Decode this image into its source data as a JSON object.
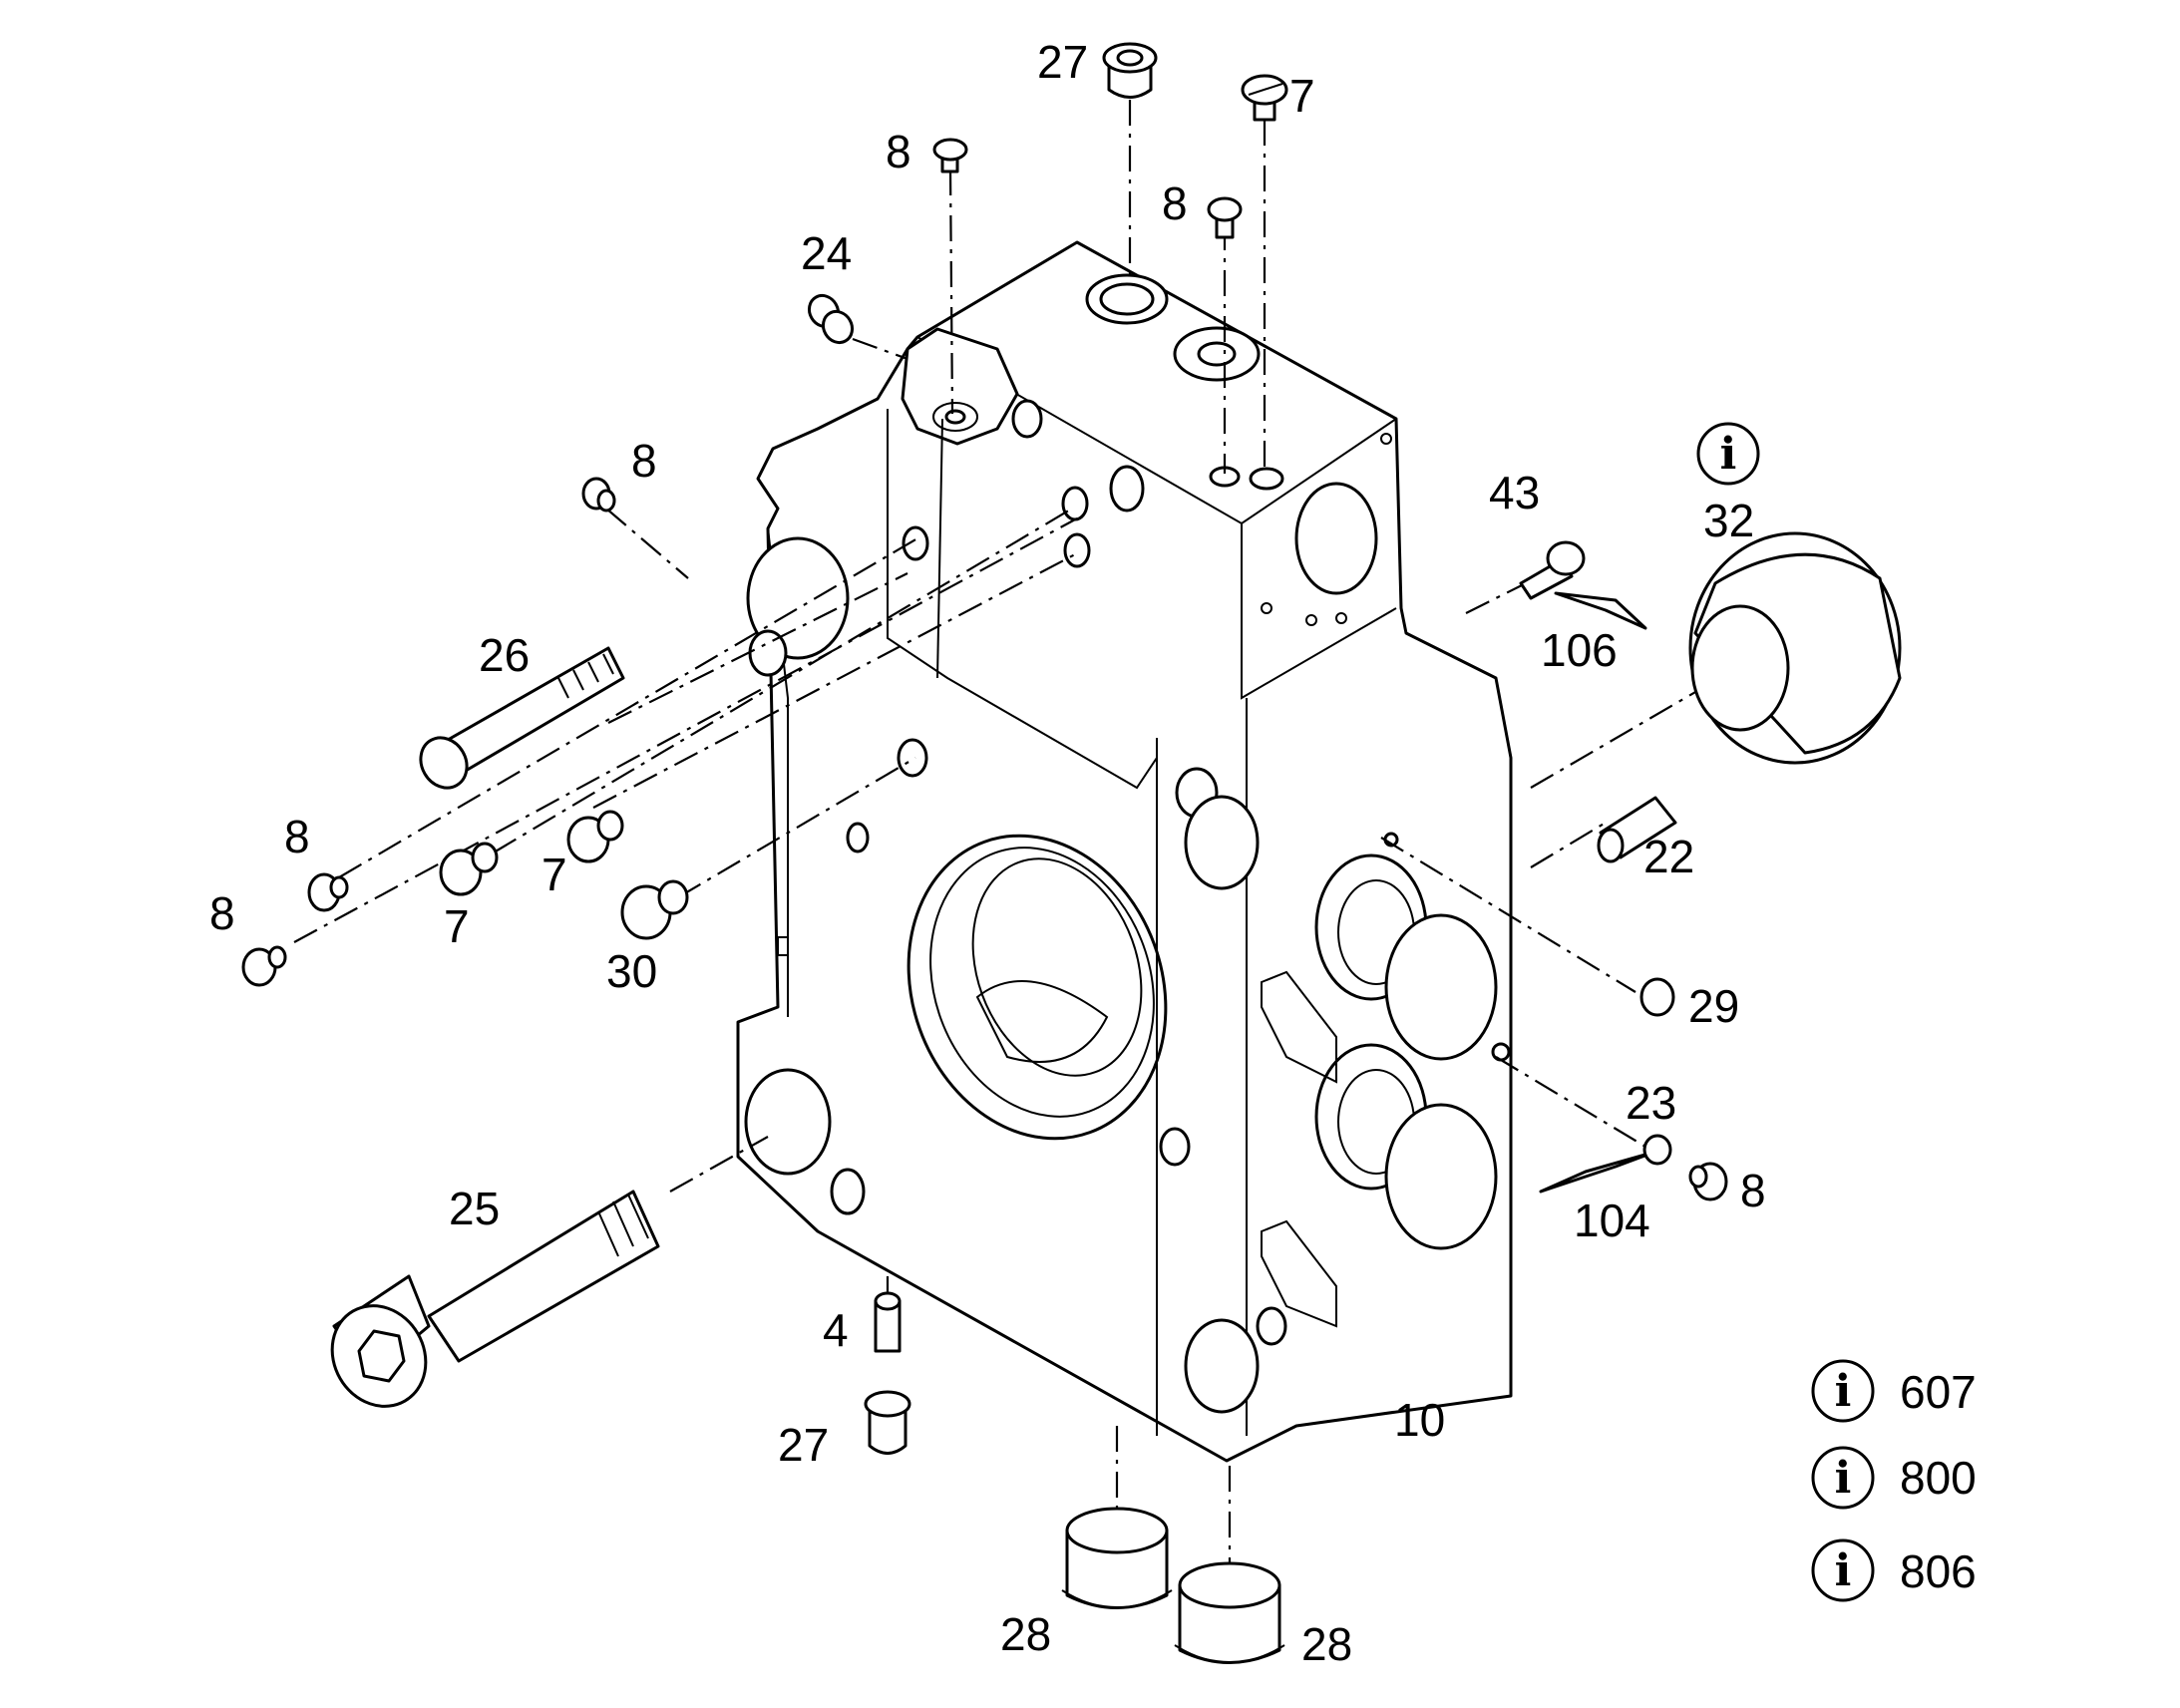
{
  "callouts": {
    "c27_top": "27",
    "c7_top": "7",
    "c8_a": "8",
    "c8_b": "8",
    "c24": "24",
    "c8_left": "8",
    "c43": "43",
    "c32": "32",
    "c106": "106",
    "c26": "26",
    "c8_c": "8",
    "c7_mid": "7",
    "c8_d": "8",
    "c7_low": "7",
    "c30": "30",
    "c22": "22",
    "c29": "29",
    "c23": "23",
    "c104": "104",
    "c8_right": "8",
    "c25": "25",
    "c4": "4",
    "c27_bottom": "27",
    "c10": "10",
    "c28_left": "28",
    "c28_right": "28"
  },
  "info_refs": [
    "607",
    "800",
    "806"
  ],
  "info_icon_glyph": "i"
}
